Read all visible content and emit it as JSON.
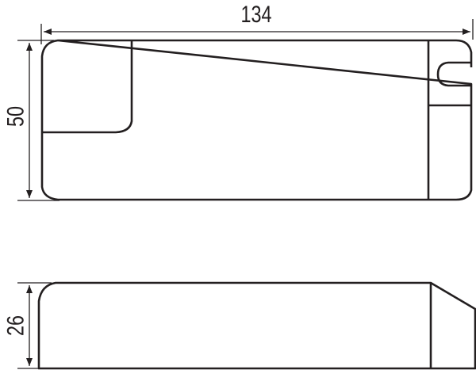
{
  "dimensions": {
    "length": "134",
    "width": "50",
    "height": "26"
  },
  "colors": {
    "line": "#231f20",
    "background": "#ffffff"
  }
}
